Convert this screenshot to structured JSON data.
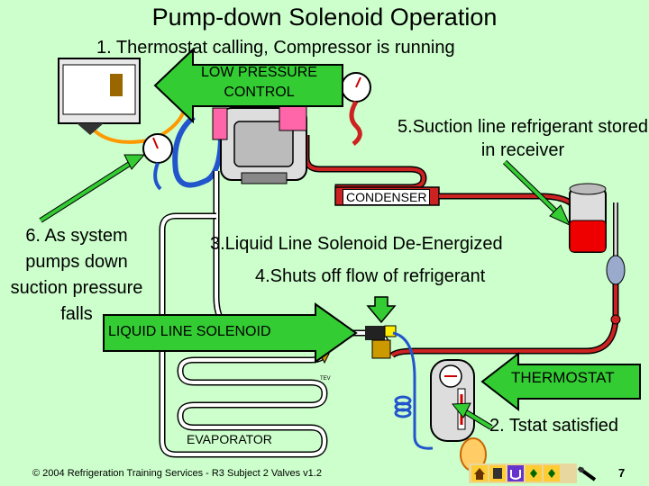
{
  "title": "Pump-down Solenoid Operation",
  "step1": "1. Thermostat calling, Compressor is running",
  "low_pressure_control": "LOW PRESSURE CONTROL",
  "step5": "5.Suction line refrigerant stored in receiver",
  "condenser": "CONDENSER",
  "step6": "6. As system pumps down suction pressure falls",
  "step3": "3.Liquid Line Solenoid De-Energized",
  "step4": "4.Shuts off flow of refrigerant",
  "liquid_line_solenoid": "LIQUID LINE SOLENOID",
  "thermostat": "THERMOSTAT",
  "tev": "TEV",
  "evaporator": "EVAPORATOR",
  "step2": "2. Tstat satisfied",
  "copyright": "© 2004 Refrigeration Training Services - R3 Subject 2 Valves v1.2",
  "page_number": "7",
  "colors": {
    "background": "#ccffcc",
    "arrow_green": "#33cc33",
    "pipe_red": "#cc2222",
    "pipe_white": "#ffffff",
    "pipe_blue": "#2255cc",
    "pipe_orange": "#ff9900",
    "refrigerant_red": "#ee0000"
  },
  "icons": [
    "home-icon",
    "document-icon",
    "undo-icon",
    "previous-icon",
    "next-icon",
    "pen-icon"
  ]
}
